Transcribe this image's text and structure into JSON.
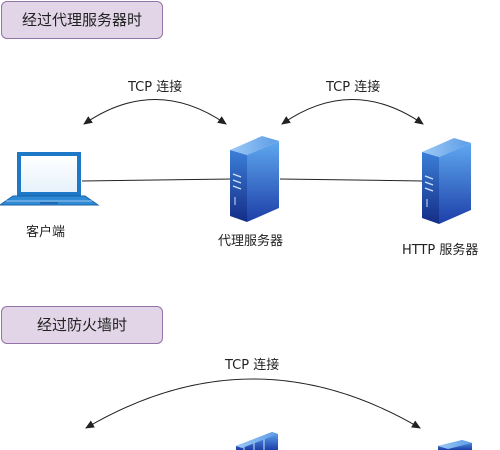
{
  "sections": [
    {
      "title": "经过代理服务器时",
      "arcs": [
        {
          "label": "TCP 连接"
        },
        {
          "label": "TCP 连接"
        }
      ],
      "nodes": [
        {
          "label": "客户端",
          "icon": "laptop-icon"
        },
        {
          "label": "代理服务器",
          "icon": "server-icon"
        },
        {
          "label": "HTTP 服务器",
          "icon": "server-icon"
        }
      ]
    },
    {
      "title": "经过防火墙时",
      "arcs": [
        {
          "label": "TCP 连接"
        }
      ],
      "nodes": [
        {
          "label": "",
          "icon": "firewall-icon"
        },
        {
          "label": "",
          "icon": "server-icon"
        }
      ]
    }
  ],
  "colors": {
    "label_fill": "#e1d5e7",
    "label_border": "#9673a6",
    "icon_blue": "#2a6fd6",
    "line": "#222222"
  }
}
